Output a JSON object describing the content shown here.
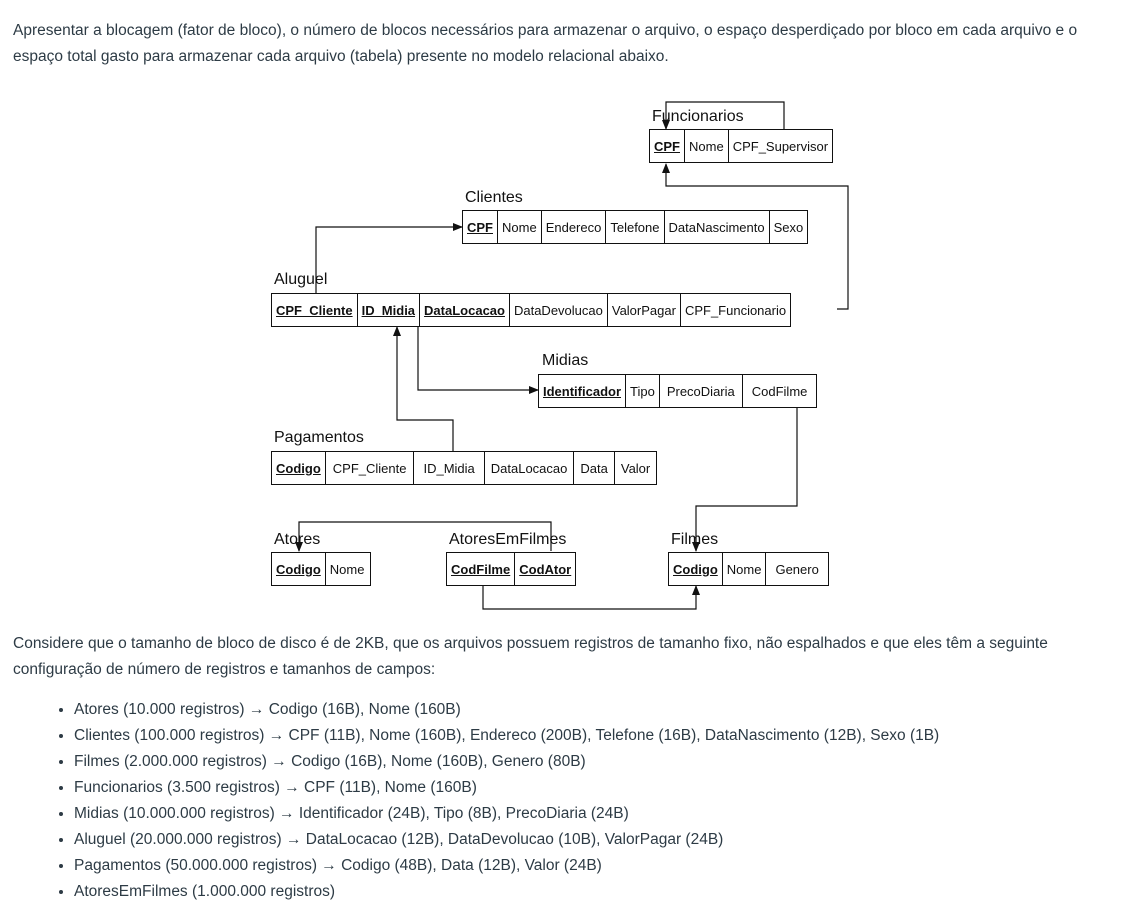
{
  "intro": "Apresentar a blocagem (fator de bloco), o número de blocos necessários para armazenar o arquivo, o espaço desperdiçado por bloco em cada arquivo e o espaço total gasto para armazenar cada arquivo (tabela) presente no modelo relacional abaixo.",
  "diagram": {
    "funcionarios": {
      "name": "Funcionarios",
      "cols": [
        "CPF",
        "Nome",
        "CPF_Supervisor"
      ]
    },
    "clientes": {
      "name": "Clientes",
      "cols": [
        "CPF",
        "Nome",
        "Endereco",
        "Telefone",
        "DataNascimento",
        "Sexo"
      ]
    },
    "aluguel": {
      "name": "Aluguel",
      "cols": [
        "CPF_Cliente",
        "ID_Midia",
        "DataLocacao",
        "DataDevolucao",
        "ValorPagar",
        "CPF_Funcionario"
      ]
    },
    "midias": {
      "name": "Midias",
      "cols": [
        "Identificador",
        "Tipo",
        "PrecoDiaria",
        "CodFilme"
      ]
    },
    "pagamentos": {
      "name": "Pagamentos",
      "cols": [
        "Codigo",
        "CPF_Cliente",
        "ID_Midia",
        "DataLocacao",
        "Data",
        "Valor"
      ]
    },
    "atores": {
      "name": "Atores",
      "cols": [
        "Codigo",
        "Nome"
      ]
    },
    "atoresemfilmes": {
      "name": "AtoresEmFilmes",
      "cols": [
        "CodFilme",
        "CodAtor"
      ]
    },
    "filmes": {
      "name": "Filmes",
      "cols": [
        "Codigo",
        "Nome",
        "Genero"
      ]
    }
  },
  "consider": "Considere que o tamanho de bloco de disco é de 2KB, que os arquivos possuem registros de tamanho fixo, não espalhados e que eles têm a seguinte configuração de número de registros e tamanhos de campos:",
  "config_items": [
    "Atores (10.000 registros) → Codigo (16B), Nome (160B)",
    "Clientes (100.000 registros) → CPF (11B), Nome (160B), Endereco (200B), Telefone (16B), DataNascimento (12B), Sexo (1B)",
    "Filmes (2.000.000 registros) → Codigo (16B), Nome (160B), Genero (80B)",
    "Funcionarios (3.500 registros) → CPF (11B), Nome (160B)",
    "Midias (10.000.000 registros) → Identificador (24B), Tipo (8B), PrecoDiaria (24B)",
    "Aluguel (20.000.000 registros)  → DataLocacao (12B), DataDevolucao (10B), ValorPagar (24B)",
    "Pagamentos (50.000.000 registros) → Codigo (48B), Data (12B), Valor (24B)",
    "AtoresEmFilmes (1.000.000 registros)"
  ]
}
